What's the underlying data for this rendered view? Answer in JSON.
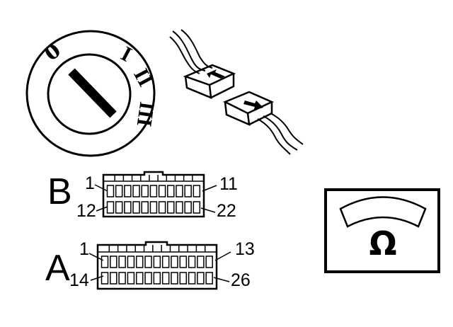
{
  "ignition_switch": {
    "positions": [
      "0",
      "I",
      "II",
      "III"
    ]
  },
  "connector_b": {
    "label": "B",
    "pins": {
      "top_left": "1",
      "top_right": "11",
      "bottom_left": "12",
      "bottom_right": "22"
    }
  },
  "connector_a": {
    "label": "A",
    "pins": {
      "top_left": "1",
      "top_right": "13",
      "bottom_left": "14",
      "bottom_right": "26"
    }
  },
  "ohmmeter": {
    "symbol": "Ω",
    "icon": "ohmmeter-icon"
  },
  "disconnect_icon": "connector-disconnect-icon"
}
